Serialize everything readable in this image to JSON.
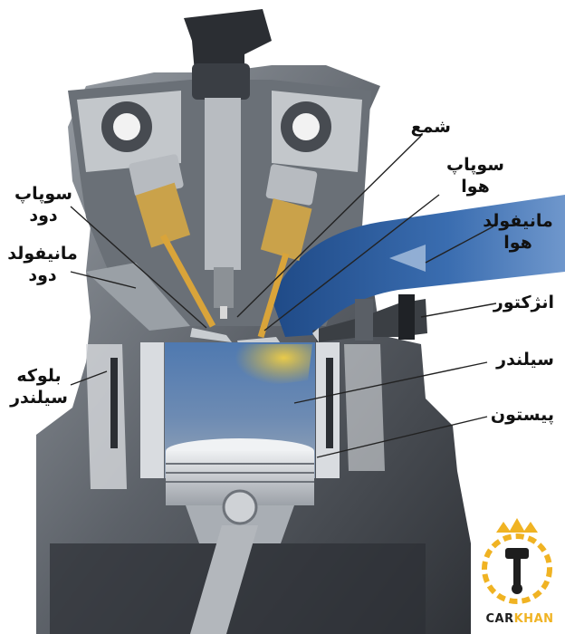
{
  "labels": {
    "spark_plug": "شمع",
    "intake_valve": [
      "سوپاپ",
      "هوا"
    ],
    "exhaust_valve": [
      "سوپاپ",
      "دود"
    ],
    "intake_manifold": [
      "مانیفولد",
      "هوا"
    ],
    "exhaust_manifold": [
      "مانیفولد",
      "دود"
    ],
    "injector": "انژکتور",
    "cylinder": "سیلندر",
    "cylinder_block": [
      "بلوکه",
      "سیلندر"
    ],
    "piston": "پیستون"
  },
  "logo": {
    "brand_part1": "CAR",
    "brand_part2": "KHAN",
    "colors": {
      "gold": "#f0b323",
      "dark": "#1e1e1e"
    }
  },
  "colors": {
    "metal_dark": "#3c4046",
    "metal_mid": "#7a7f86",
    "metal_light": "#c9ccd0",
    "intake_blue": "#3b6fb3",
    "fuel_spray": "#e6c23a",
    "leader_line": "#222222"
  }
}
